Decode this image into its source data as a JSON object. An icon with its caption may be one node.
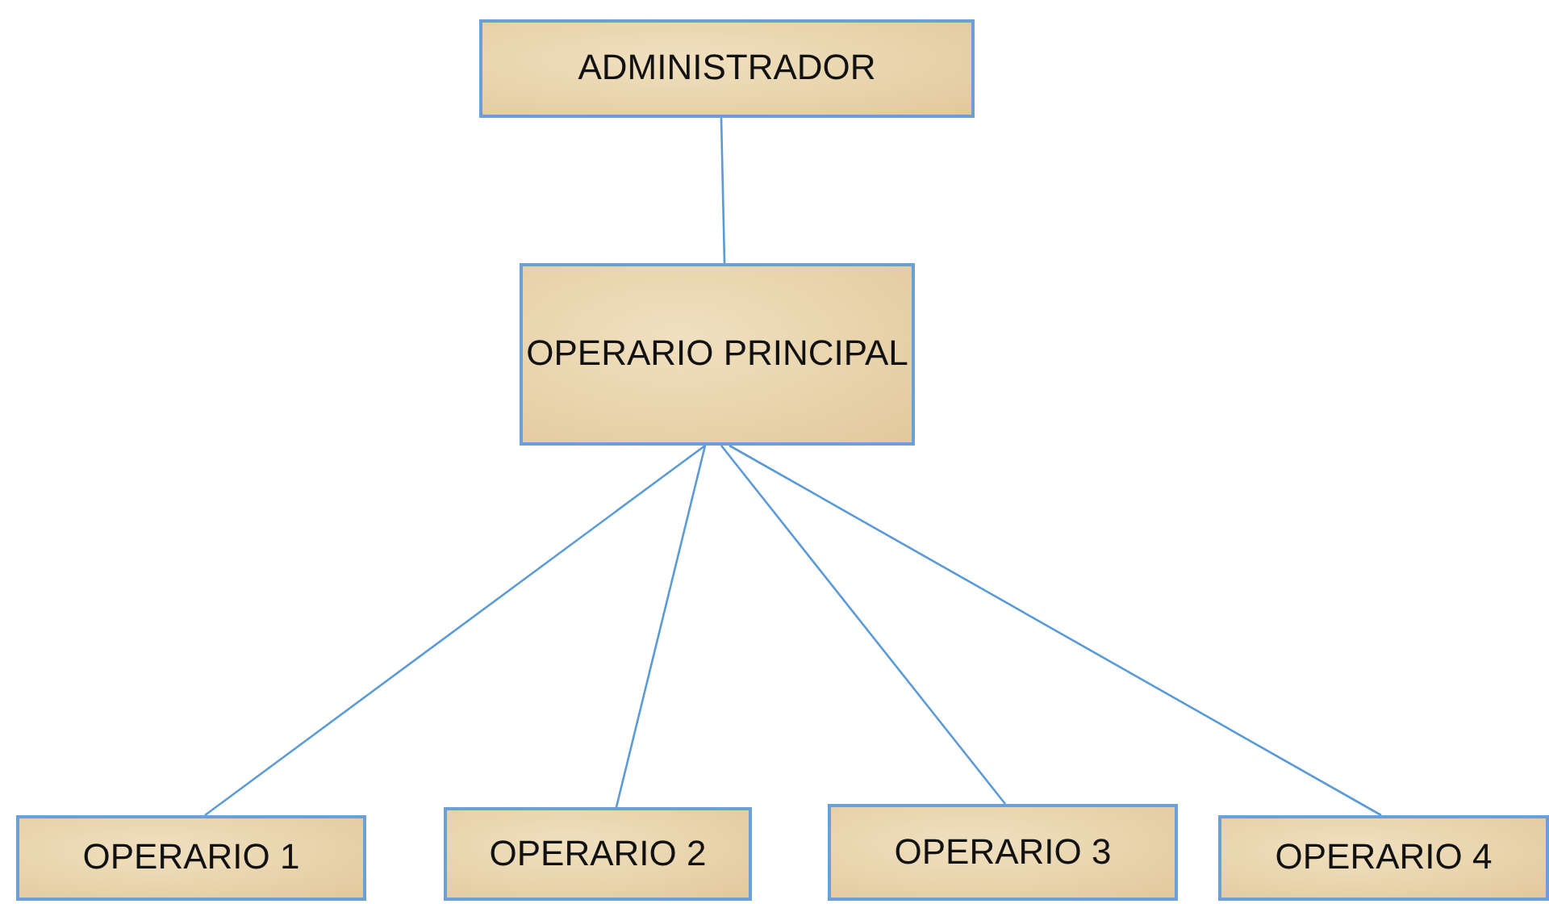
{
  "diagram": {
    "nodes": [
      {
        "text": [
          "ADMINISTRADOR"
        ]
      },
      {
        "text": [
          "OPERARIO PRINCIPAL"
        ]
      },
      {
        "text": [
          "OPERARIO 1"
        ]
      },
      {
        "text": [
          "OPERARIO 2"
        ]
      },
      {
        "text": [
          "OPERARIO 3"
        ]
      },
      {
        "text": [
          "OPERARIO 4"
        ]
      }
    ],
    "edges": [
      {
        "from": 0,
        "to": 1,
        "arrow": "none"
      },
      {
        "from": 1,
        "to": 2,
        "arrow": "none"
      },
      {
        "from": 1,
        "to": 3,
        "arrow": "none"
      },
      {
        "from": 1,
        "to": 4,
        "arrow": "none"
      },
      {
        "from": 1,
        "to": 5,
        "arrow": "none"
      }
    ]
  }
}
